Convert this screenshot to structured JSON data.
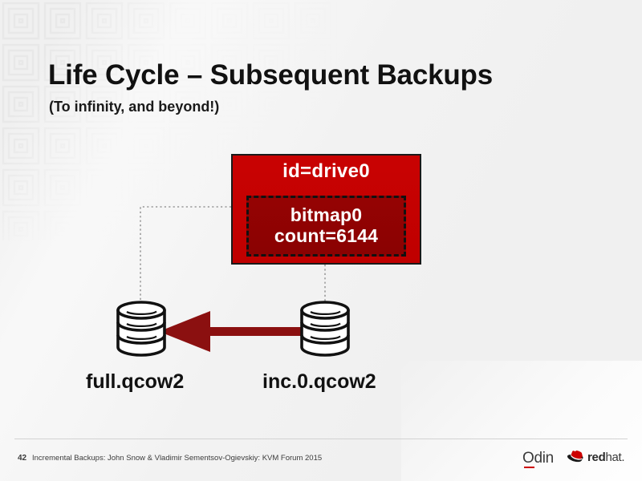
{
  "slide": {
    "title": "Life Cycle – Subsequent Backups",
    "subtitle": "(To infinity, and beyond!)",
    "background_color": "#f0f0f0"
  },
  "diagram": {
    "drive": {
      "id_label": "id=drive0",
      "box_color": "#c40000",
      "border_color": "#1a1a1a",
      "bitmap": {
        "name": "bitmap0",
        "count_label": "count=6144",
        "box_color": "#8f0303",
        "border_style": "dashed"
      }
    },
    "disks": [
      {
        "label": "full.qcow2",
        "name": "disk-full-qcow2"
      },
      {
        "label": "inc.0.qcow2",
        "name": "disk-inc-0-qcow2"
      }
    ],
    "arrow": {
      "direction": "left",
      "from": "inc.0.qcow2",
      "to": "full.qcow2",
      "color": "#8b1010"
    },
    "connectors": [
      {
        "from": "id=drive0",
        "to": "full.qcow2",
        "style": "dotted",
        "color": "#999999"
      },
      {
        "from": "id=drive0",
        "to": "inc.0.qcow2",
        "style": "dotted",
        "color": "#999999"
      }
    ]
  },
  "footer": {
    "page_number": "42",
    "text": "Incremental Backups: John Snow & Vladimir Sementsov-Ogievskiy: KVM Forum 2015",
    "logos": {
      "odin": "Odin",
      "redhat_bold": "red",
      "redhat_light": "hat."
    }
  }
}
